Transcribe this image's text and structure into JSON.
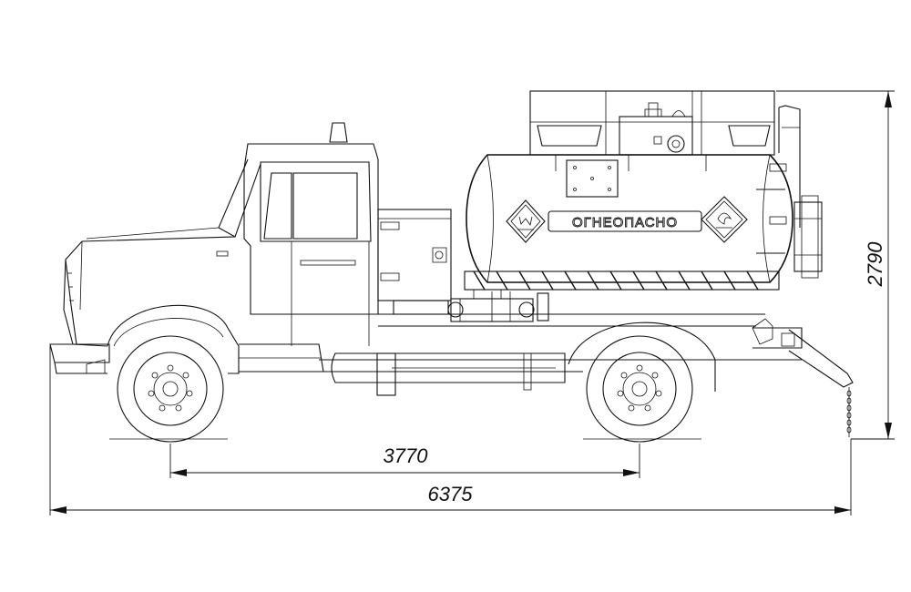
{
  "drawing": {
    "tank_label": "ОГНЕОПАСНО",
    "dimensions": {
      "wheelbase": "3770",
      "overall_length": "6375",
      "overall_height": "2790"
    }
  }
}
